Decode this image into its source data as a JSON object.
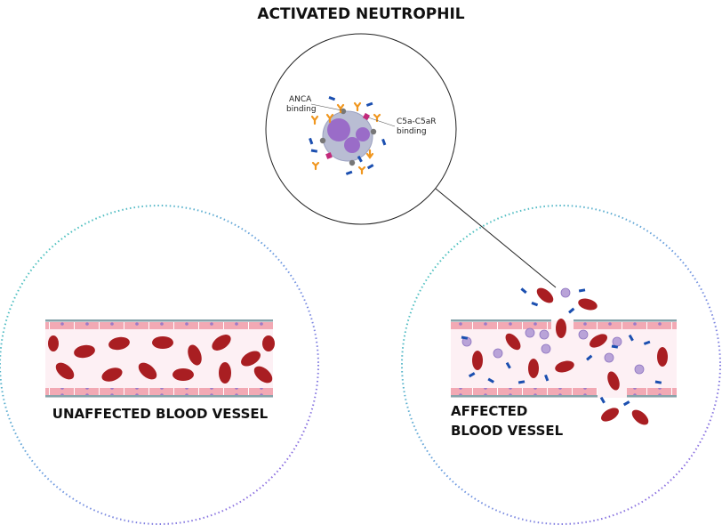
{
  "title": "ACTIVATED NEUTROPHIL",
  "neutrophil": {
    "anca_label_1": "ANCA",
    "anca_label_2": "binding",
    "c5a_label_1": "C5a-C5aR",
    "c5a_label_2": "binding"
  },
  "vessels": {
    "unaffected_label": "UNAFFECTED BLOOD VESSEL",
    "affected_label_1": "AFFECTED",
    "affected_label_2": "BLOOD VESSEL"
  },
  "colors": {
    "rbc": "#a91e22",
    "vessel_wall": "#f2a9b4",
    "vessel_edge": "#86a3aa",
    "lumen": "#fdf0f4",
    "nucleus_cell": "#9a6cc8",
    "neutrophil_body": "#b9bdd3",
    "anca": "#f0961e",
    "c5a": "#c2297a",
    "antibody_fragment": "#1b4fb0",
    "receptor": "#777777"
  }
}
